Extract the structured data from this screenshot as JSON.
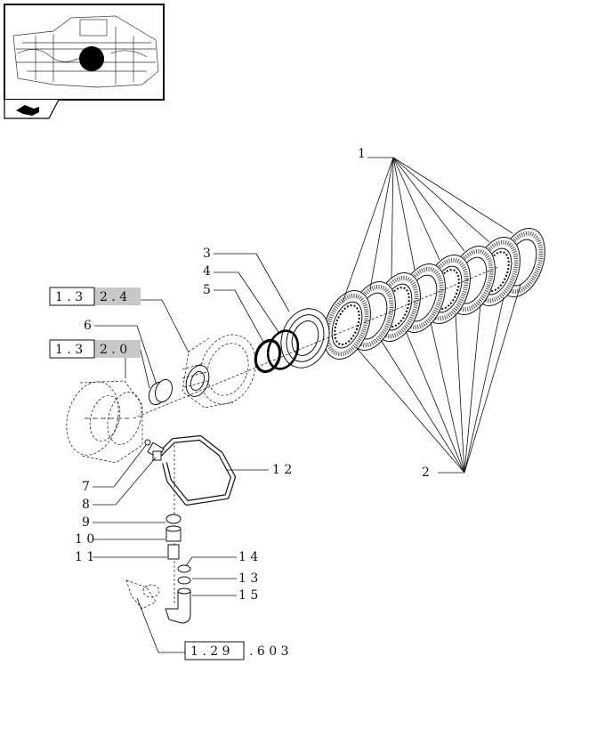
{
  "thumbnail": {
    "alt": ""
  },
  "callouts": {
    "c1": "1",
    "c2": "2",
    "c3": "3",
    "c4": "4",
    "c5": "5",
    "c6": "6",
    "c7": "7",
    "c8": "8",
    "c9": "9",
    "c10": "1 0",
    "c11": "1 1",
    "c12": "1 2",
    "c13": "1 3",
    "c14": "1 4",
    "c15": "1 5"
  },
  "refs": {
    "r1_box": "1 . 3",
    "r1_rest": "2 . 4",
    "r2_box": "1 . 3",
    "r2_rest": "2 . 0",
    "r3_box": "1 . 2 9",
    "r3_rest": ". 6   0 3"
  },
  "colors": {
    "ink": "#111111",
    "highlight": "#c8c8c8"
  }
}
